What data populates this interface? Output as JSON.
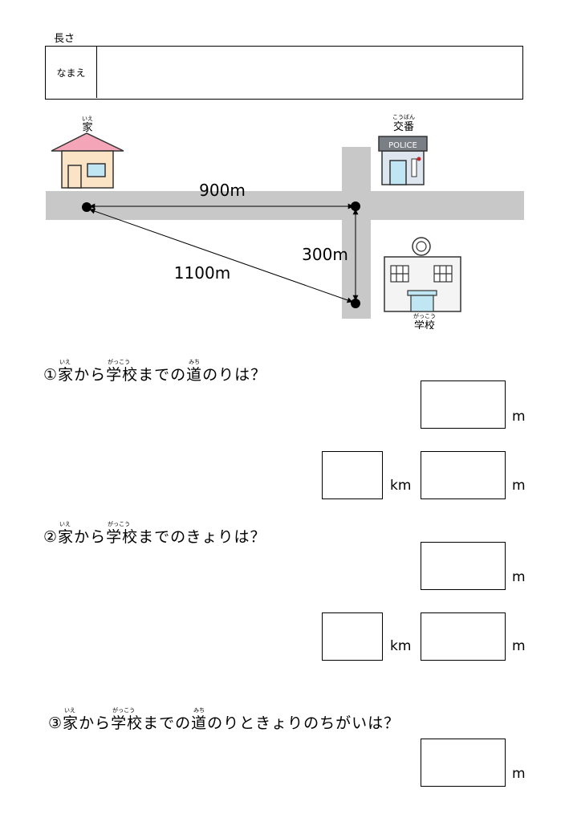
{
  "header": {
    "subject": "長さ",
    "name_label": "なまえ"
  },
  "map": {
    "home_label": "家",
    "home_ruby": "いえ",
    "police_label": "交番",
    "police_ruby": "こうばん",
    "police_sign": "POLICE",
    "school_label": "学校",
    "school_ruby": "がっこう",
    "dist_home_corner": "900m",
    "dist_corner_school": "300m",
    "dist_home_school": "1100m"
  },
  "questions": [
    {
      "num": "①",
      "text_a": "家",
      "text_b": "から",
      "text_c": "学校",
      "text_d": "までの",
      "text_e": "道",
      "text_f": "のりは？",
      "ruby_a": "いえ",
      "ruby_c": "がっこう",
      "ruby_e": "みち"
    },
    {
      "num": "②",
      "text_a": "家",
      "text_b": "から",
      "text_c": "学校",
      "text_d": "までのきょりは？",
      "ruby_a": "いえ",
      "ruby_c": "がっこう"
    },
    {
      "num": "③",
      "text_a": "家",
      "text_b": "から",
      "text_c": "学校",
      "text_d": "までの",
      "text_e": "道",
      "text_f": "のりときょりのちがいは？",
      "ruby_a": "いえ",
      "ruby_c": "がっこう",
      "ruby_e": "みち"
    }
  ],
  "units": {
    "m": "m",
    "km": "km"
  }
}
